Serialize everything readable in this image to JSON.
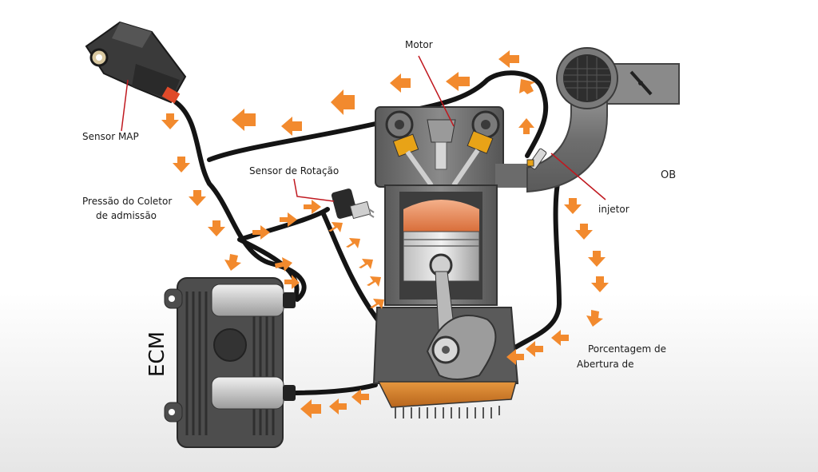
{
  "labels": {
    "motor": "Motor",
    "sensor_map": "Sensor MAP",
    "sensor_rotacao": "Sensor de Rotação",
    "pressao_line1": "Pressão do Coletor",
    "pressao_line2": "de admissão",
    "injetor": "injetor",
    "ob": "OB",
    "porcentagem_line1": "Porcentagem de",
    "porcentagem_line2": "Abertura de",
    "ecm": "ECM"
  },
  "colors": {
    "arrow": "#f28a2e",
    "pointer_line": "#c0181f",
    "wire": "#141414",
    "engine_dark": "#4a4a4a",
    "engine_mid": "#6b6b6b",
    "engine_light": "#a8a8a8",
    "piston_orange": "#e8824a",
    "sump_orange": "#d9812c",
    "ecm_body": "#4d4d4d",
    "yellow_part": "#e8a317"
  },
  "icons": [
    "map-sensor-icon",
    "rotation-sensor-icon",
    "engine-icon",
    "ecm-icon",
    "throttle-body-icon",
    "injector-icon"
  ]
}
